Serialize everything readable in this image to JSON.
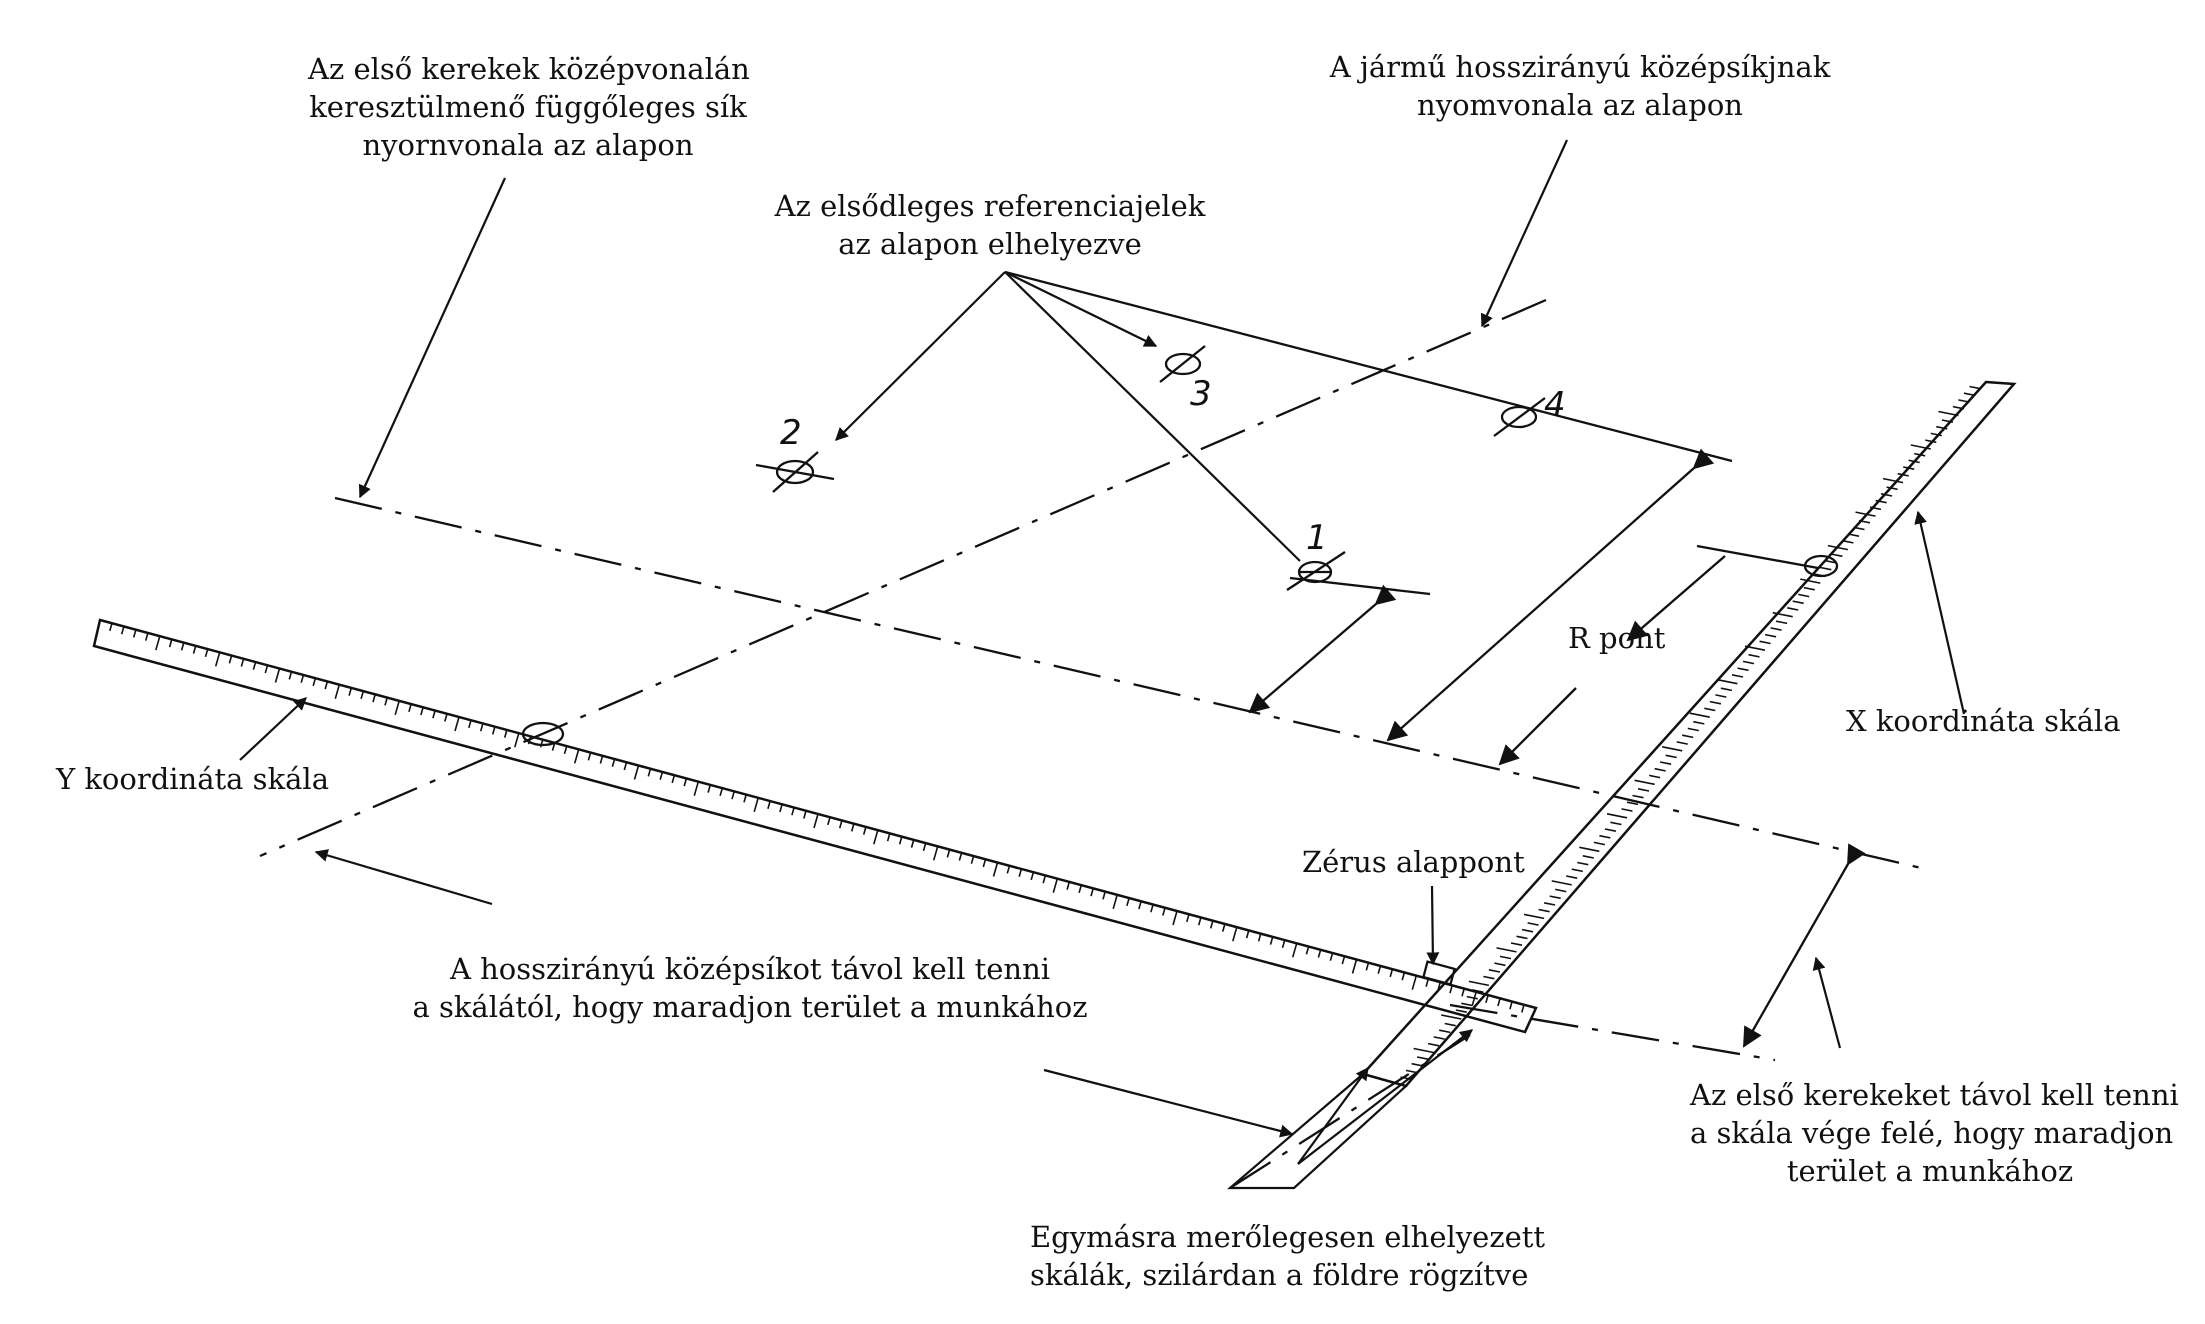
{
  "labels": {
    "front_wheel_plane": [
      "Az első kerekek középvonalán",
      "keresztülmenő függőleges sík",
      "nyornvonala az alapon"
    ],
    "longitudinal_plane": [
      "A jármű hosszirányú középsíkjnak",
      "nyomvonala az alapon"
    ],
    "reference_marks": [
      "Az elsődleges referenciajelek",
      "az alapon elhelyezve"
    ],
    "r_point": "R pont",
    "x_scale": "X koordináta skála",
    "y_scale": "Y koordináta skála",
    "zero_point": "Zérus alappont",
    "keep_plane_away": [
      "A hosszirányú középsíkot távol kell tenni",
      "a skálától, hogy maradjon terület a munkához"
    ],
    "keep_wheels_away": [
      "Az első kerekeket távol kell tenni",
      "a skála vége felé, hogy maradjon",
      "terület a munkához"
    ],
    "perpendicular_scales": [
      "Egymásra merőlegesen elhelyezett",
      "skálák, szilárdan a földre rögzítve"
    ]
  },
  "markers": [
    "1",
    "2",
    "3",
    "4"
  ],
  "colors": {
    "ink": "#111111",
    "background": "#ffffff"
  }
}
